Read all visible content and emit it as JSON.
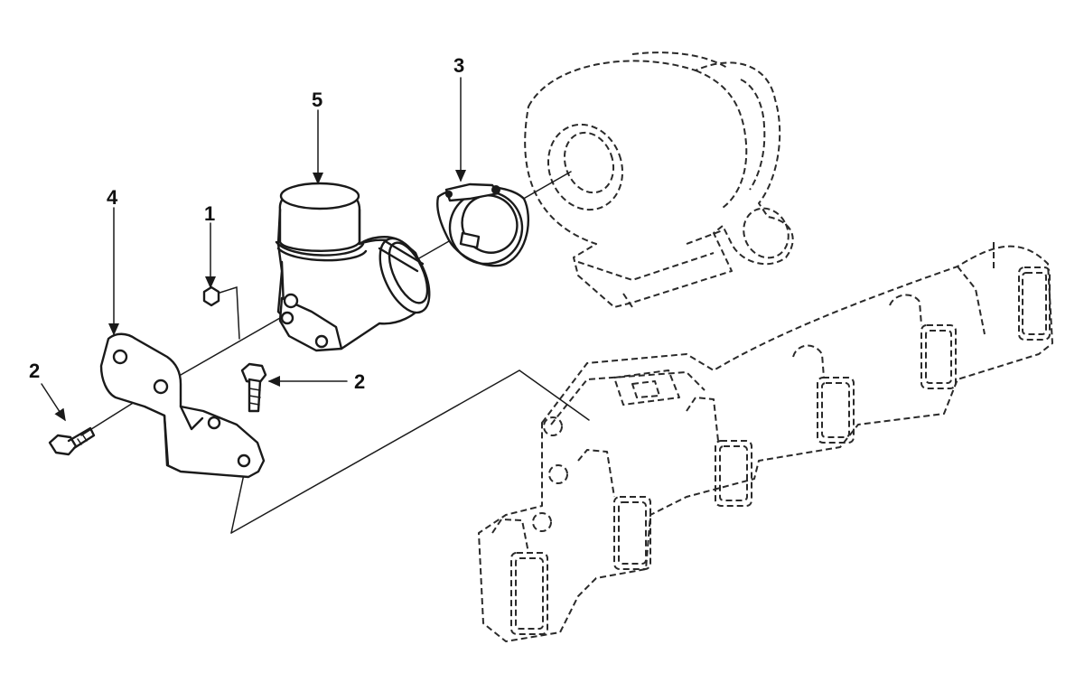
{
  "callouts": {
    "item_1": "1",
    "item_2_left": "2",
    "item_2_right": "2",
    "item_3": "3",
    "item_4": "4",
    "item_5": "5"
  }
}
